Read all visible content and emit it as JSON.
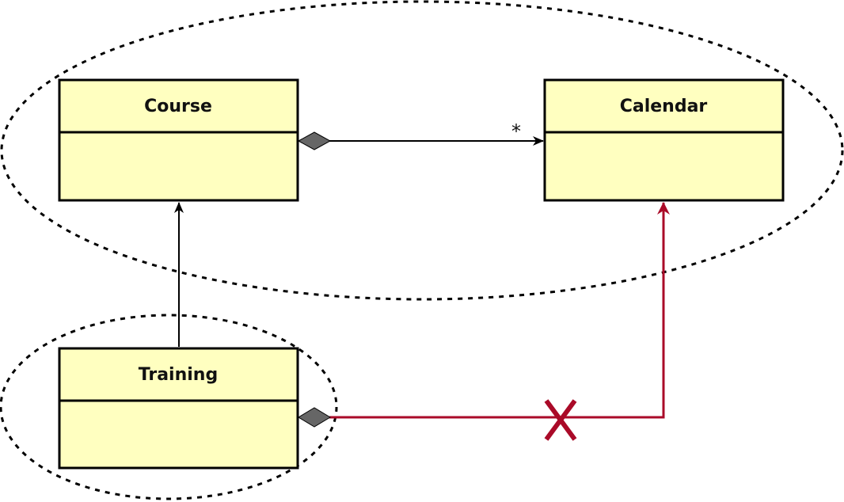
{
  "diagram": {
    "type": "uml-class-diagram",
    "colors": {
      "class_fill": "#ffffc0",
      "class_stroke": "#000000",
      "line": "#000000",
      "diamond": "#666666",
      "violation": "#aa0a28"
    },
    "classes": {
      "course": {
        "name": "Course"
      },
      "calendar": {
        "name": "Calendar"
      },
      "training": {
        "name": "Training"
      }
    },
    "relations": {
      "course_calendar": {
        "type": "aggregation",
        "multiplicity": "*"
      },
      "training_course": {
        "type": "dependency"
      },
      "training_calendar": {
        "type": "aggregation",
        "status": "forbidden",
        "marker": "X"
      }
    },
    "groupings": [
      "package-boundary-top",
      "package-boundary-bottom"
    ]
  }
}
